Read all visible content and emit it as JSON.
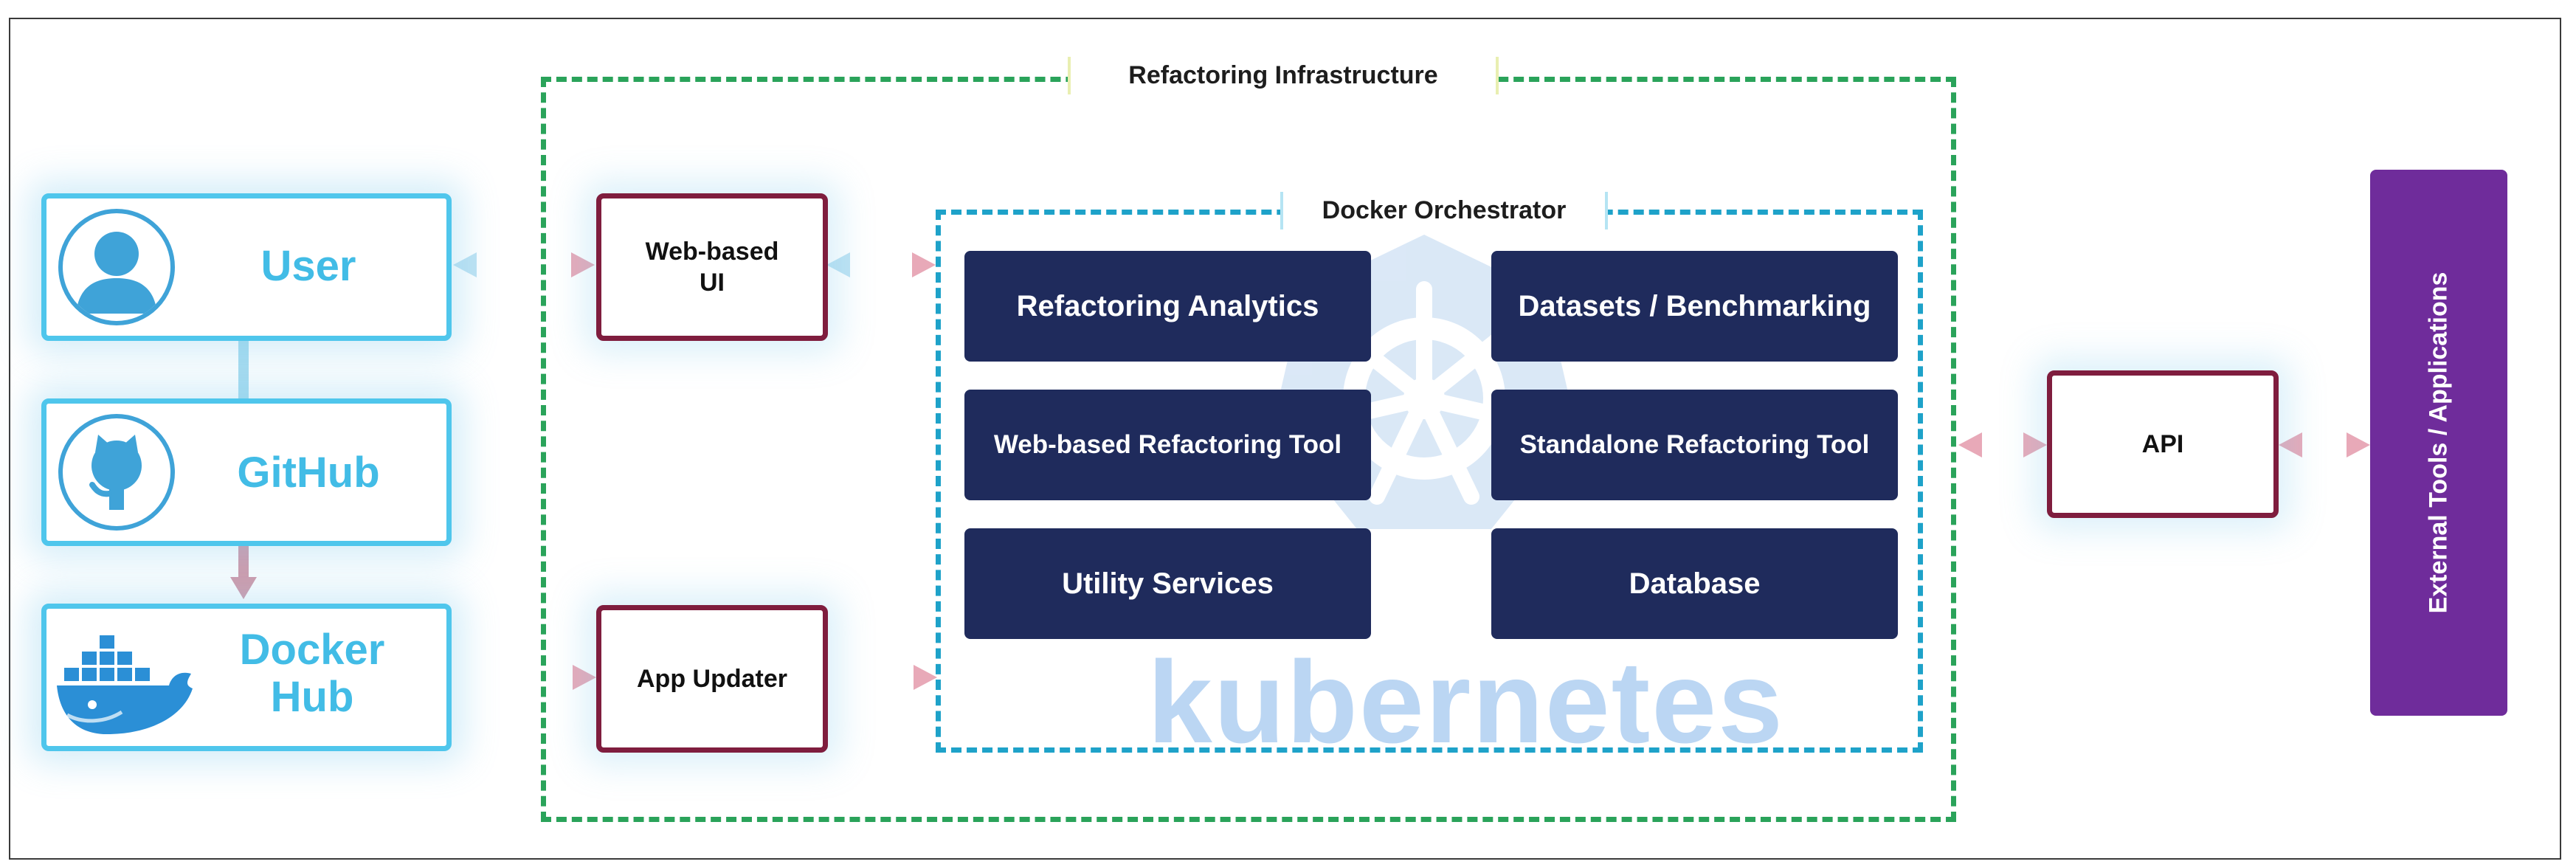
{
  "left": {
    "user": {
      "label": "User",
      "icon": "user-icon"
    },
    "github": {
      "label": "GitHub",
      "icon": "github-icon"
    },
    "dockerhub": {
      "label_line1": "Docker",
      "label_line2": "Hub",
      "icon": "docker-whale-icon"
    }
  },
  "ui": {
    "web_ui": {
      "line1": "Web-based",
      "line2": "UI"
    },
    "app_updater": "App Updater"
  },
  "infrastructure": {
    "title": "Refactoring Infrastructure",
    "orchestrator": {
      "title": "Docker Orchestrator",
      "services": [
        "Refactoring Analytics",
        "Datasets / Benchmarking",
        "Web-based Refactoring Tool",
        "Standalone Refactoring Tool",
        "Utility Services",
        "Database"
      ],
      "watermark_text": "kubernetes",
      "watermark_icon": "kubernetes-helm-icon"
    }
  },
  "api": {
    "label": "API"
  },
  "external": {
    "label": "External Tools / Applications"
  },
  "colors": {
    "left_border": "#4fc6ec",
    "left_text": "#42bce6",
    "maroon": "#7f1d3e",
    "green_dash": "#2aa35a",
    "blue_dash": "#1ea2c9",
    "navy": "#1f2b5c",
    "purple": "#6f2c9b",
    "arrow_pink": "#e8a9b8",
    "arrow_blue": "#bfe3f3",
    "connector_blue": "#a8dcf0",
    "connector_pink": "#d39aaa"
  }
}
